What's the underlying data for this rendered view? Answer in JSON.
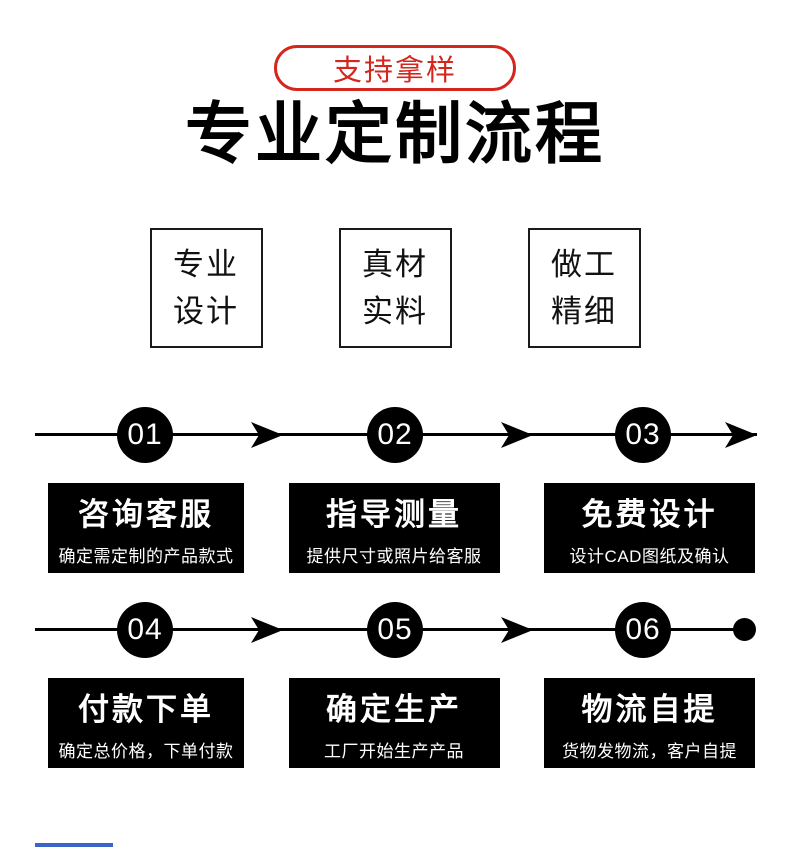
{
  "badge": {
    "label": "支持拿样"
  },
  "title": "专业定制流程",
  "features": [
    {
      "line1": "专业",
      "line2": "设计"
    },
    {
      "line1": "真材",
      "line2": "实料"
    },
    {
      "line1": "做工",
      "line2": "精细"
    }
  ],
  "steps": [
    {
      "num": "01",
      "title": "咨询客服",
      "desc": "确定需定制的产品款式"
    },
    {
      "num": "02",
      "title": "指导测量",
      "desc": "提供尺寸或照片给客服"
    },
    {
      "num": "03",
      "title": "免费设计",
      "desc": "设计CAD图纸及确认"
    },
    {
      "num": "04",
      "title": "付款下单",
      "desc": "确定总价格，下单付款"
    },
    {
      "num": "05",
      "title": "确定生产",
      "desc": "工厂开始生产产品"
    },
    {
      "num": "06",
      "title": "物流自提",
      "desc": "货物发物流，客户自提"
    }
  ],
  "colors": {
    "accent_red": "#d5261d",
    "card_bg": "#000000",
    "flow_black": "#000000",
    "bottom_bar_blue": "#3c63c8"
  }
}
